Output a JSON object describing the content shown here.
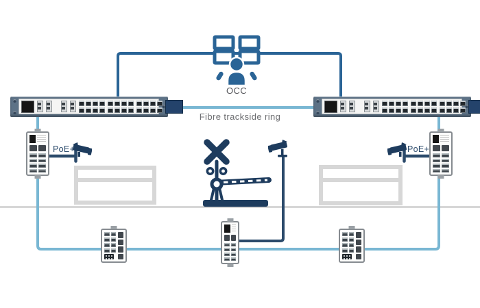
{
  "diagram": {
    "labels": {
      "occ": "OCC",
      "fibre_ring": "Fibre trackside ring",
      "poe_left": "PoE+",
      "poe_right": "PoE+"
    },
    "colors": {
      "medium_blue": "#2a6496",
      "light_blue": "#79b7d3",
      "navy": "#1e3c5e",
      "line_navy": "#2b4a6b",
      "platform_gray": "#d7d7d7",
      "text_gray": "#6d6e71",
      "rack_gray_blue": "#5d7286"
    },
    "nodes": [
      {
        "id": "occ-workstation",
        "label": "OCC",
        "type": "operations-control-centre"
      },
      {
        "id": "rack-switch-left",
        "type": "rackmount-switch-28-port"
      },
      {
        "id": "rack-switch-right",
        "type": "rackmount-switch-28-port"
      },
      {
        "id": "poe-switch-left",
        "type": "din-rail-poe-switch",
        "label": "PoE+"
      },
      {
        "id": "poe-switch-right",
        "type": "din-rail-poe-switch",
        "label": "PoE+"
      },
      {
        "id": "field-switch-left",
        "type": "din-rail-switch"
      },
      {
        "id": "field-switch-middle",
        "type": "din-rail-switch"
      },
      {
        "id": "field-switch-right",
        "type": "din-rail-switch"
      },
      {
        "id": "camera-left",
        "type": "cctv-camera"
      },
      {
        "id": "camera-middle",
        "type": "cctv-camera"
      },
      {
        "id": "camera-right",
        "type": "cctv-camera"
      },
      {
        "id": "level-crossing",
        "type": "level-crossing-barrier"
      },
      {
        "id": "platform-left",
        "type": "station-platform"
      },
      {
        "id": "platform-right",
        "type": "station-platform"
      }
    ],
    "connections": [
      {
        "from": "rack-switch-left",
        "to": "occ-workstation",
        "style": "dark-blue-uplink"
      },
      {
        "from": "rack-switch-right",
        "to": "occ-workstation",
        "style": "dark-blue-uplink"
      },
      {
        "ring": [
          "rack-switch-left",
          "rack-switch-right",
          "poe-switch-right",
          "field-switch-right",
          "field-switch-middle",
          "field-switch-left",
          "poe-switch-left"
        ],
        "label": "Fibre trackside ring",
        "style": "light-blue-fibre-ring"
      },
      {
        "from": "poe-switch-left",
        "to": "camera-left",
        "label": "PoE+"
      },
      {
        "from": "poe-switch-right",
        "to": "camera-right",
        "label": "PoE+"
      },
      {
        "from": "field-switch-middle",
        "to": "camera-middle"
      }
    ]
  }
}
